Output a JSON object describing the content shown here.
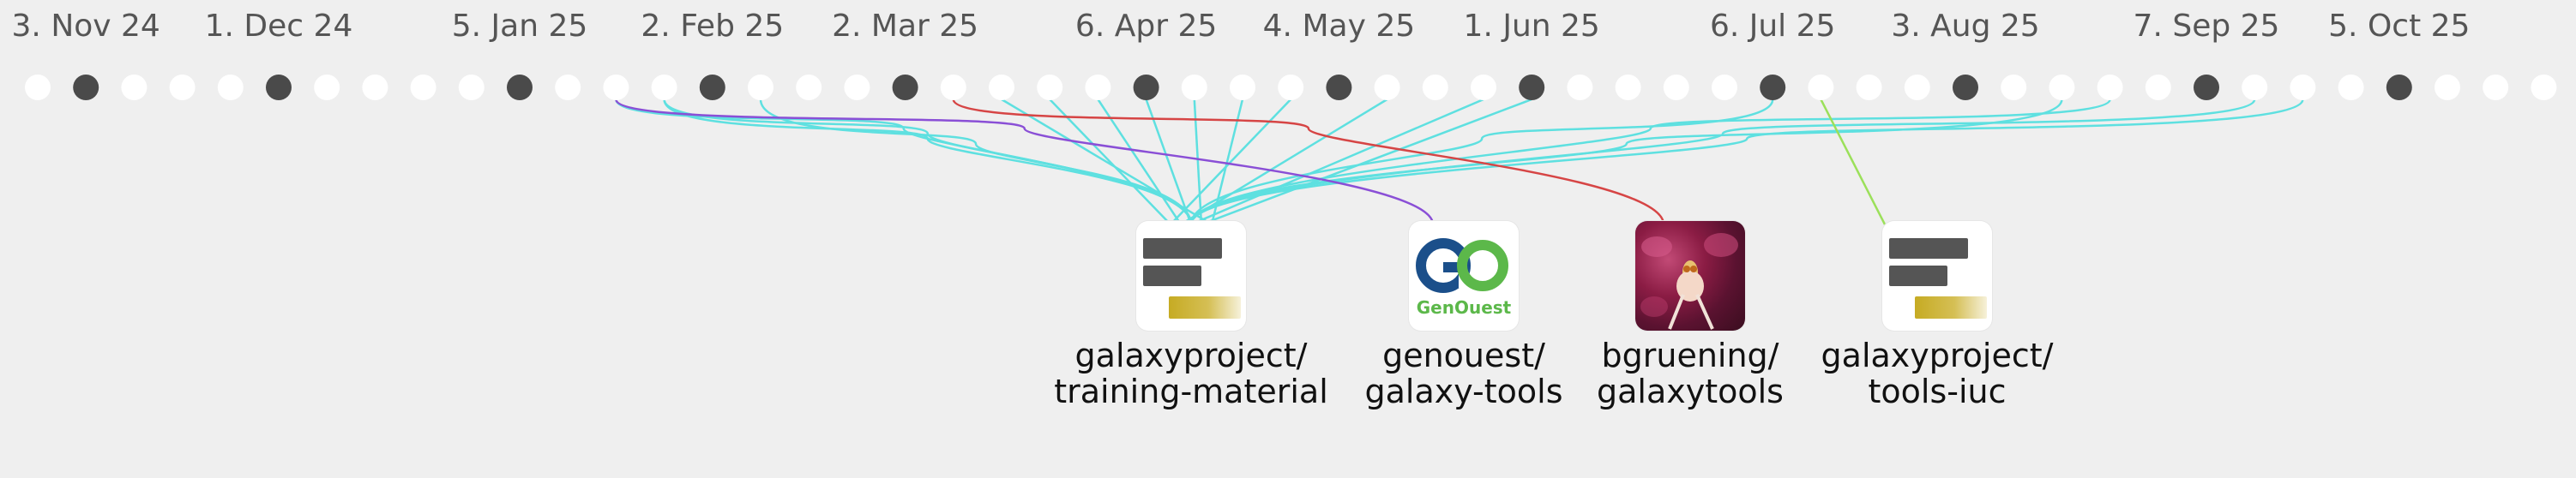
{
  "timeline": {
    "date_labels": [
      "3. Nov 24",
      "1. Dec 24",
      "5. Jan 25",
      "2. Feb 25",
      "2. Mar 25",
      "6. Apr 25",
      "4. May 25",
      "1. Jun 25",
      "6. Jul 25",
      "3. Aug 25",
      "7. Sep 25",
      "5. Oct 25"
    ],
    "dot_count": 53,
    "filled_dot_indices": [
      1,
      5,
      10,
      14,
      18,
      23,
      27,
      31,
      36,
      40,
      45,
      49
    ],
    "dot_colors": {
      "filled": "#4a4a4a",
      "empty": "#ffffff"
    }
  },
  "repositories": [
    {
      "id": "training-material",
      "name_line1": "galaxyproject/",
      "name_line2": "training-material",
      "icon": "galaxy-project-logo-icon",
      "link_color": "#5ee0e0"
    },
    {
      "id": "genouest",
      "name_line1": "genouest/",
      "name_line2": "galaxy-tools",
      "icon": "genouest-logo-icon",
      "link_color": "#8a4fd6",
      "logo_text": "GenOuest"
    },
    {
      "id": "bgruening",
      "name_line1": "bgruening/",
      "name_line2": "galaxytools",
      "icon": "orchid-avatar-icon",
      "link_color": "#d64545"
    },
    {
      "id": "tools-iuc",
      "name_line1": "galaxyproject/",
      "name_line2": "tools-iuc",
      "icon": "galaxy-project-logo-icon",
      "link_color": "#9be05a"
    }
  ],
  "links": [
    {
      "repo": "training-material",
      "dots": [
        12,
        13,
        13,
        15,
        20,
        21,
        22,
        23,
        24,
        25,
        26,
        28,
        30,
        31,
        36,
        42,
        43,
        46,
        47
      ]
    },
    {
      "repo": "genouest",
      "dots": [
        12
      ]
    },
    {
      "repo": "bgruening",
      "dots": [
        19
      ]
    },
    {
      "repo": "tools-iuc",
      "dots": [
        37
      ]
    }
  ]
}
